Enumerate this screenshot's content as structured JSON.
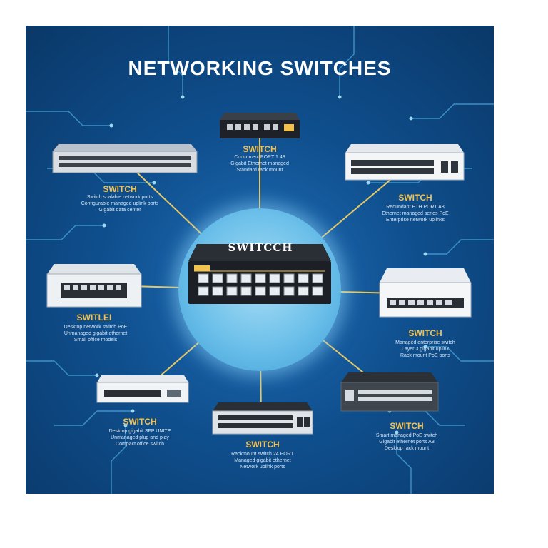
{
  "title": "NETWORKING SWITCHES",
  "hub": {
    "label": "SWITCCH"
  },
  "switches": [
    {
      "label": "SWITCH",
      "desc": [
        "Switch scalable network ports",
        "Configurable managed uplink ports",
        "Gigabit data center"
      ]
    },
    {
      "label": "SWITCH",
      "desc": [
        "Concurrent PORT 1 48",
        "Gigabit Ethernet managed",
        "Standard rack mount"
      ]
    },
    {
      "label": "SWITCH",
      "desc": [
        "Redundant ETH PORT A8",
        "Ethernet managed series PoE",
        "Enterprise network uplinks"
      ]
    },
    {
      "label": "SWITLEI",
      "desc": [
        "Desktop network switch PoE",
        "Unmanaged gigabit ethernet",
        "Small office models"
      ]
    },
    {
      "label": "SWITCH",
      "desc": [
        "Managed enterprise switch",
        "Layer 3 gigabit uplink",
        "Rack mount PoE ports"
      ]
    },
    {
      "label": "SWITCH",
      "desc": [
        "Desktop gigabit SFP UNITE",
        "Unmanaged plug and play",
        "Compact office switch"
      ]
    },
    {
      "label": "SWITCH",
      "desc": [
        "Rackmount switch 24 PORT",
        "Managed gigabit ethernet",
        "Network uplink ports"
      ]
    },
    {
      "label": "SWITCH",
      "desc": [
        "Smart managed PoE switch",
        "Gigabit ethernet ports A8",
        "Desktop rack mount"
      ]
    }
  ],
  "colors": {
    "background": "#0f4f8e",
    "accent": "#f2c14e",
    "hub": "#7fcdee",
    "line": "#e6c766",
    "circuit": "#4fb4e6"
  }
}
